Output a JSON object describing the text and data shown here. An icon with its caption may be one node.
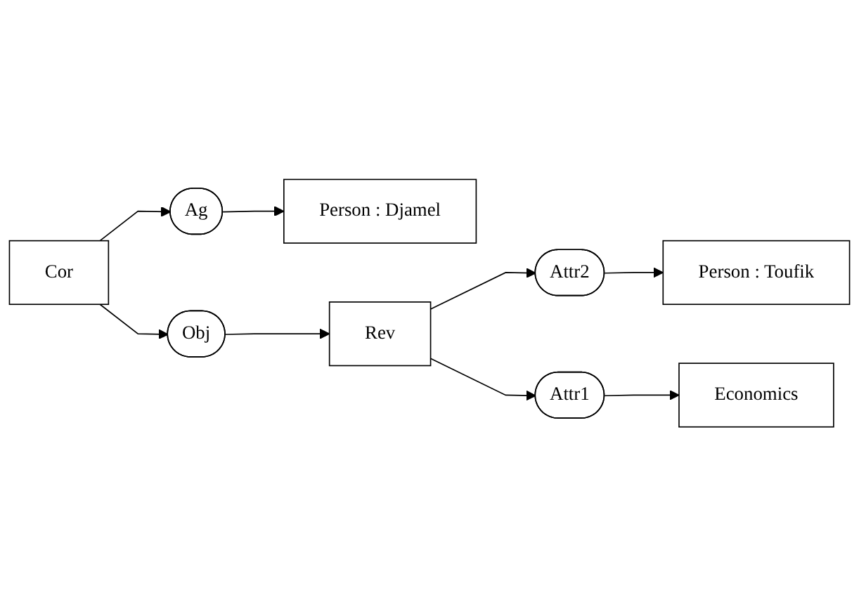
{
  "diagram": {
    "nodes": [
      {
        "text": [
          "Person : Djamel"
        ]
      },
      {
        "text": [
          "Ag"
        ]
      },
      {
        "text": [
          "Cor"
        ]
      },
      {
        "text": [
          "Obj"
        ]
      },
      {
        "text": [
          "Rev"
        ]
      },
      {
        "text": [
          "Attr2"
        ]
      },
      {
        "text": [
          "Person : Toufik"
        ]
      },
      {
        "text": [
          "Attr1"
        ]
      },
      {
        "text": [
          "Economics"
        ]
      }
    ],
    "edges": [
      {
        "from": 2,
        "to": 1,
        "arrow": "to"
      },
      {
        "from": 1,
        "to": 0,
        "arrow": "to"
      },
      {
        "from": 2,
        "to": 3,
        "arrow": "to"
      },
      {
        "from": 3,
        "to": 4,
        "arrow": "to"
      },
      {
        "from": 4,
        "to": 5,
        "arrow": "to"
      },
      {
        "from": 5,
        "to": 6,
        "arrow": "to"
      },
      {
        "from": 4,
        "to": 7,
        "arrow": "to"
      },
      {
        "from": 7,
        "to": 8,
        "arrow": "to"
      }
    ]
  }
}
